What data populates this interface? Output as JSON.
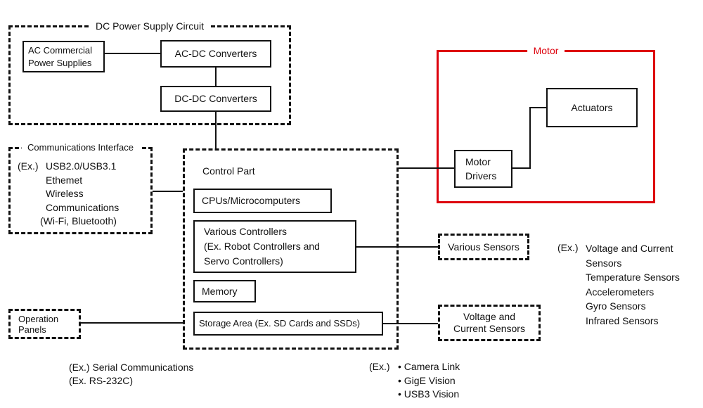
{
  "colors": {
    "accent_red": "#dd000c",
    "line_black": "#111111",
    "background": "#ffffff"
  },
  "dc_power": {
    "title": "DC Power Supply Circuit",
    "ac_supply_line1": "AC Commercial",
    "ac_supply_line2": "Power Supplies",
    "acdc_label": "AC-DC Converters",
    "dcdc_label": "DC-DC Converters"
  },
  "comms": {
    "title": "Communications Interface",
    "ex_label": "(Ex.)",
    "line1": "USB2.0/USB3.1",
    "line2": "Ethemet",
    "line3": "Wireless",
    "line4": "Communications",
    "line5": "(Wi-Fi, Bluetooth)"
  },
  "control": {
    "title": "Control Part",
    "cpus_label": "CPUs/Microcomputers",
    "controllers_line1": "Various Controllers",
    "controllers_line2": "(Ex. Robot Controllers and",
    "controllers_line3": "Servo Controllers)",
    "memory_label": "Memory",
    "storage_label": "Storage Area (Ex. SD Cards and SSDs)"
  },
  "motor": {
    "title": "Motor",
    "drivers_line1": "Motor",
    "drivers_line2": "Drivers",
    "actuators_label": "Actuators"
  },
  "sensors": {
    "various_label": "Various Sensors",
    "voltage_line1": "Voltage and",
    "voltage_line2": "Current Sensors"
  },
  "operation": {
    "line1": "Operation",
    "line2": "Panels"
  },
  "sensor_examples": {
    "ex_label": "(Ex.)",
    "items": [
      "Voltage and Current",
      "Sensors",
      "Temperature Sensors",
      "Accelerometers",
      "Gyro Sensors",
      "Infrared Sensors"
    ]
  },
  "serial_note": {
    "line1": "(Ex.) Serial Communications",
    "line2": "(Ex. RS-232C)"
  },
  "vision_note": {
    "ex_label": "(Ex.)",
    "items": [
      "• Camera Link",
      "• GigE Vision",
      "• USB3 Vision"
    ]
  }
}
